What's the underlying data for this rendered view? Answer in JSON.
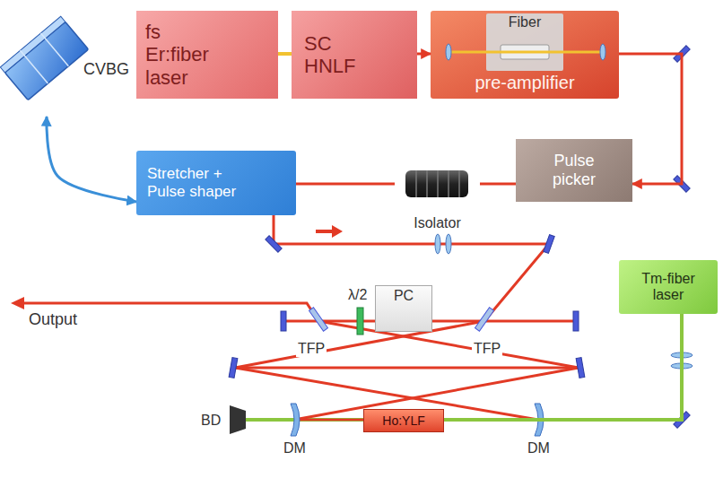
{
  "diagram": {
    "nodes": [
      {
        "text": [
          "CVBG"
        ]
      },
      {
        "text": [
          "fs Er:fiber laser"
        ]
      },
      {
        "text": [
          "SC HNLF"
        ]
      },
      {
        "text": [
          "Fiber",
          "pre-amplifier"
        ]
      },
      {
        "text": [
          "Stretcher + Pulse shaper"
        ]
      },
      {
        "text": [
          "Isolator"
        ]
      },
      {
        "text": [
          "Pulse picker"
        ]
      },
      {
        "text": [
          "Tm-fiber laser"
        ]
      },
      {
        "text": [
          "PC"
        ]
      },
      {
        "text": [
          "Ho:YLF"
        ]
      }
    ],
    "edges": [
      {
        "from": 1,
        "to": 2,
        "arrow": "none"
      },
      {
        "from": 2,
        "to": 3,
        "arrow": "to"
      },
      {
        "from": 3,
        "to": 6,
        "arrow": "to"
      },
      {
        "from": 6,
        "to": 5,
        "arrow": "none"
      },
      {
        "from": 5,
        "to": 4,
        "arrow": "none"
      },
      {
        "from": 0,
        "to": 4,
        "arrow": "both"
      },
      {
        "from": 7,
        "to": 9,
        "arrow": "none"
      }
    ],
    "labels": [
      "λ/2",
      "Output",
      "TFP",
      "TFP",
      "BD",
      "DM",
      "DM"
    ]
  }
}
